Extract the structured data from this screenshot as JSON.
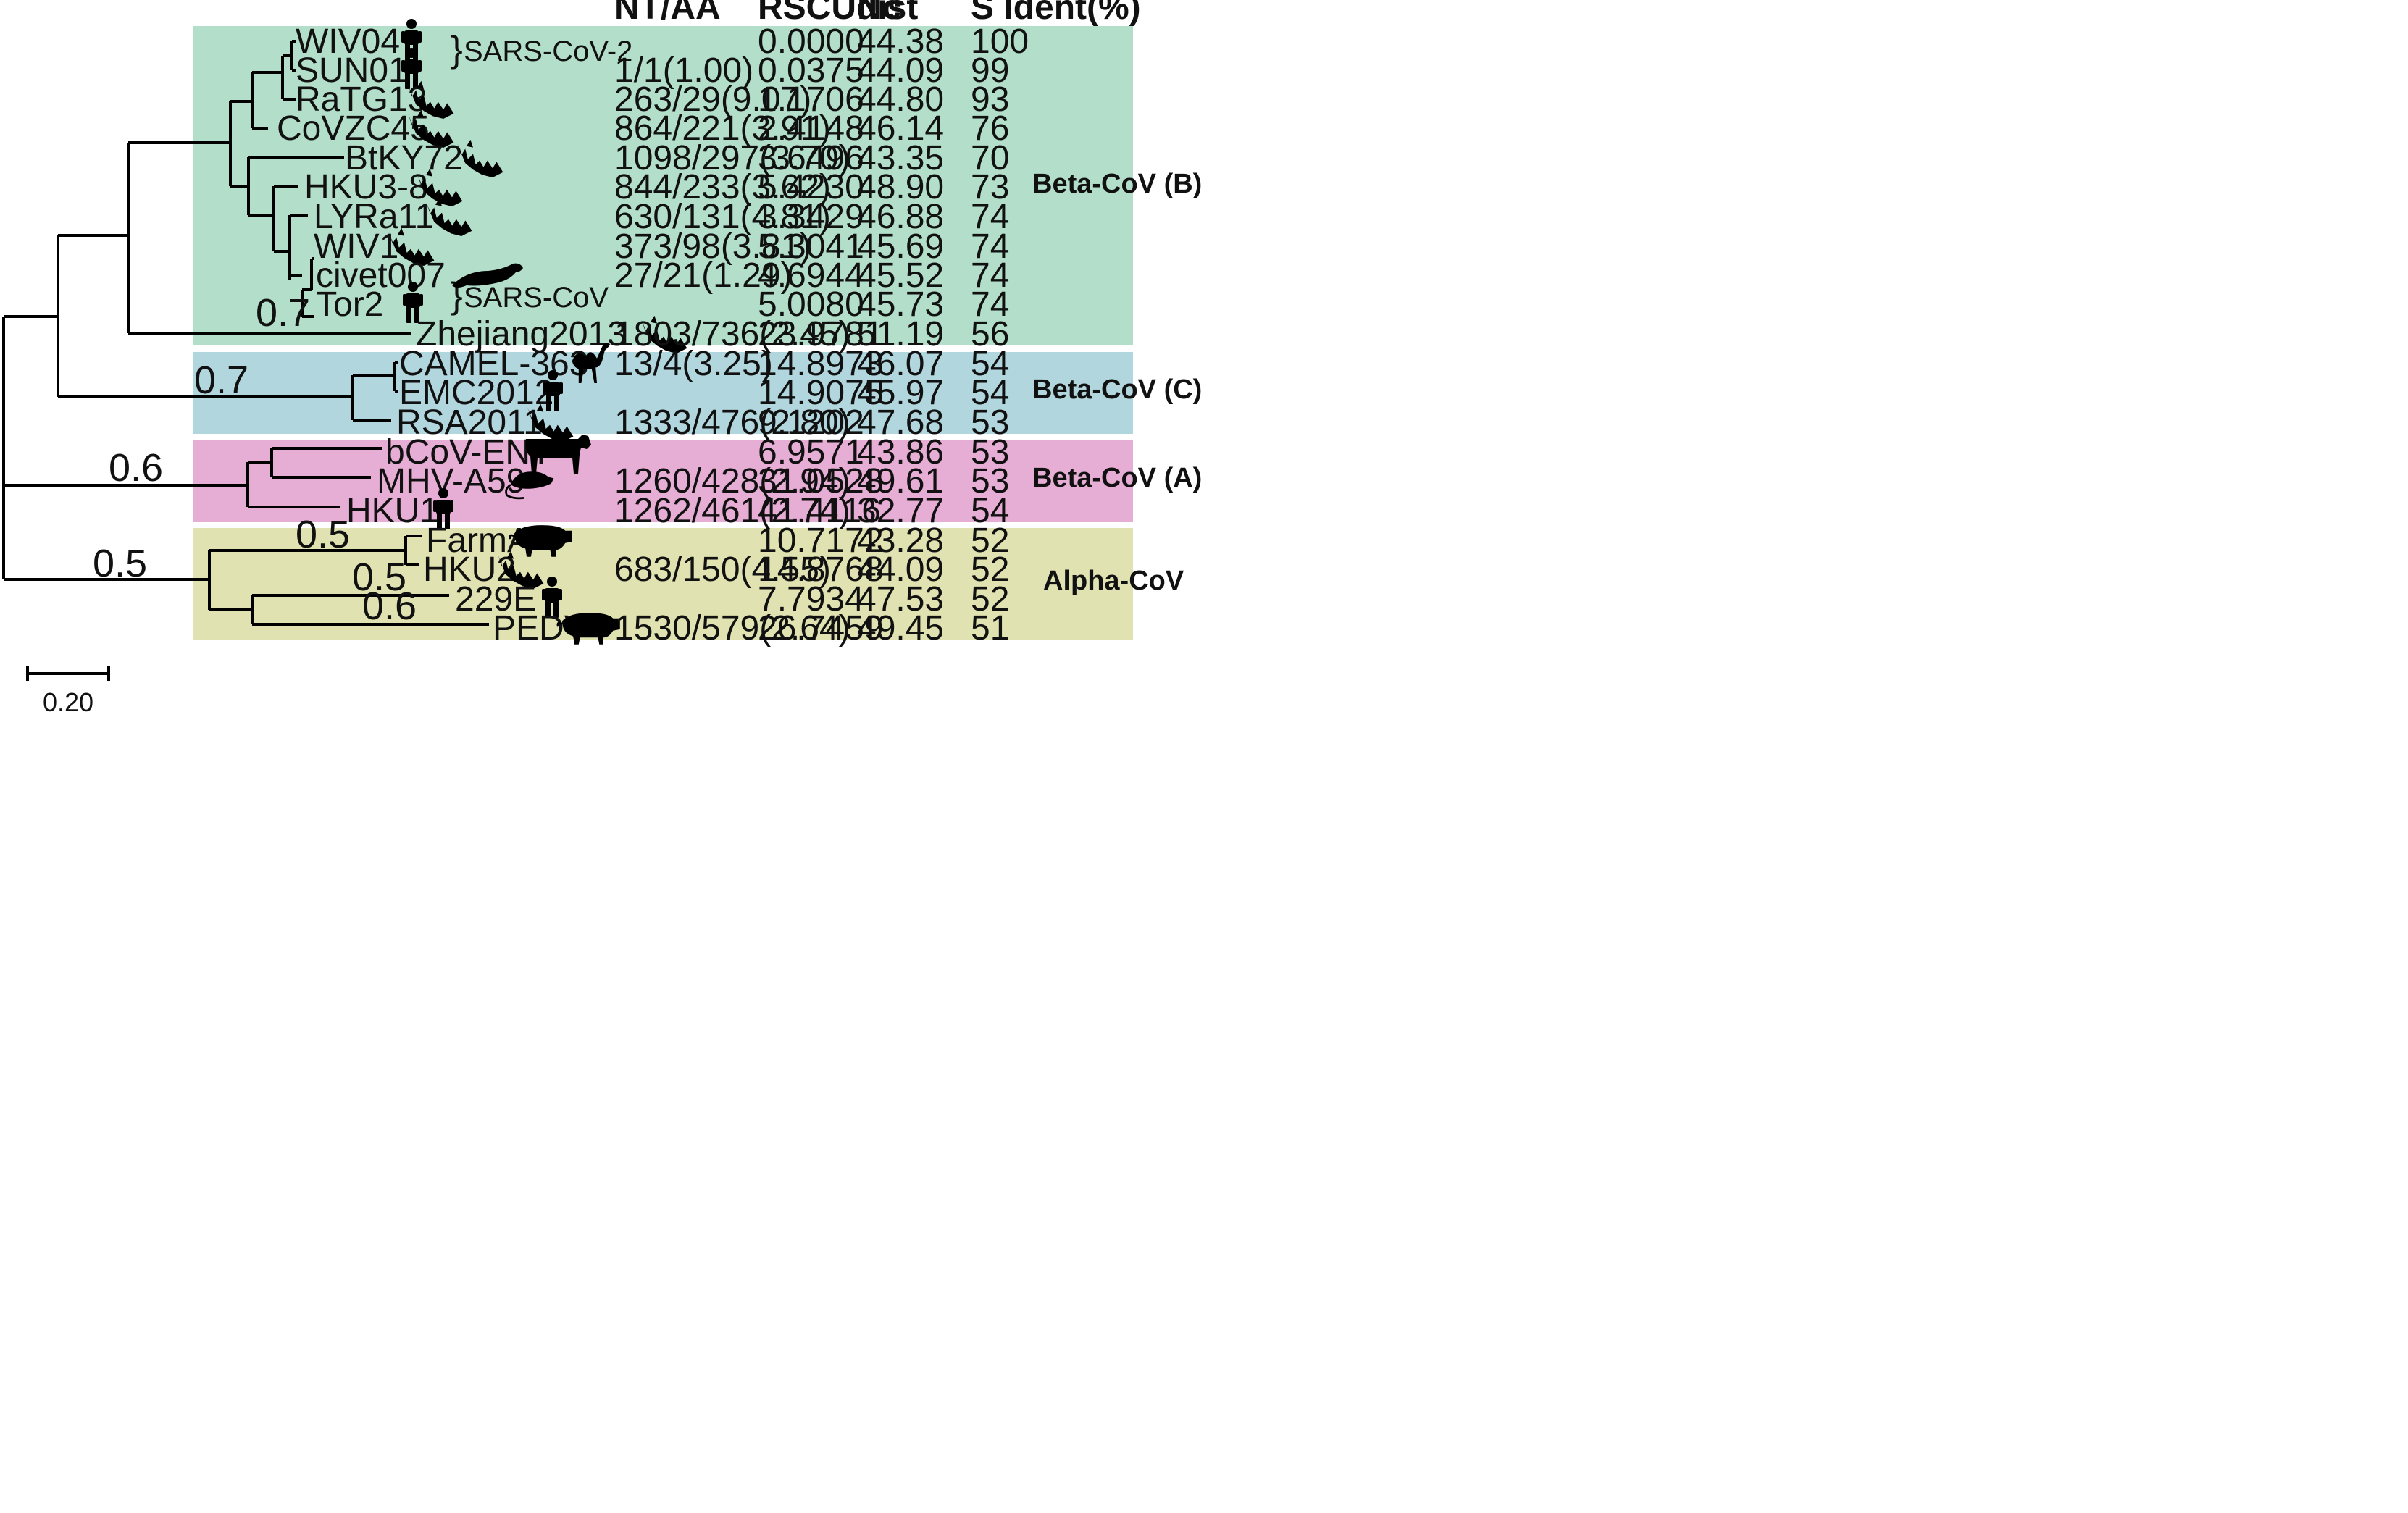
{
  "headers": {
    "nt_aa": "NT/AA",
    "rscudist": "RSCUdist",
    "nc": "Nc",
    "s_ident": "S Ident(%)"
  },
  "groups": [
    {
      "label": "Beta-CoV (B)",
      "color": "#b3dfca"
    },
    {
      "label": "Beta-CoV (C)",
      "color": "#b2d6dd"
    },
    {
      "label": "Beta-CoV (A)",
      "color": "#e6add5"
    },
    {
      "label": "Alpha-CoV",
      "color": "#e0e3b1"
    }
  ],
  "virus_labels": {
    "sars_cov_2": "SARS-CoV-2",
    "sars_cov": "SARS-CoV"
  },
  "rows": [
    {
      "name": "WIV04",
      "host": "human-icon",
      "nt_aa": "",
      "rscudist": "0.0000",
      "nc": "44.38",
      "s_ident": "100"
    },
    {
      "name": "SUN01",
      "host": "human-icon",
      "nt_aa": "1/1(1.00)",
      "rscudist": "0.0375",
      "nc": "44.09",
      "s_ident": "99"
    },
    {
      "name": "RaTG13",
      "host": "bat-icon",
      "nt_aa": "263/29(9.07)",
      "rscudist": "1.1706",
      "nc": "44.80",
      "s_ident": "93"
    },
    {
      "name": "CoVZC45",
      "host": "bat-icon",
      "nt_aa": "864/221(3.91)",
      "rscudist": "2.4148",
      "nc": "46.14",
      "s_ident": "76"
    },
    {
      "name": "BtKY72",
      "host": "bat-icon",
      "nt_aa": "1098/297(3.70)",
      "rscudist": "3.6496",
      "nc": "43.35",
      "s_ident": "70"
    },
    {
      "name": "HKU3-8",
      "host": "bat-icon",
      "nt_aa": "844/233(3.62)",
      "rscudist": "5.4230",
      "nc": "48.90",
      "s_ident": "73"
    },
    {
      "name": "LYRa11",
      "host": "bat-icon",
      "nt_aa": "630/131(4.81)",
      "rscudist": "3.3429",
      "nc": "46.88",
      "s_ident": "74"
    },
    {
      "name": "WIV1",
      "host": "bat-icon",
      "nt_aa": "373/98(3.81)",
      "rscudist": "5.3041",
      "nc": "45.69",
      "s_ident": "74"
    },
    {
      "name": "civet007",
      "host": "civet-icon",
      "nt_aa": "27/21(1.29)",
      "rscudist": "4.6944",
      "nc": "45.52",
      "s_ident": "74"
    },
    {
      "name": "Tor2",
      "host": "human-icon",
      "nt_aa": "",
      "rscudist": "5.0080",
      "nc": "45.73",
      "s_ident": "74"
    },
    {
      "name": "Zhejiang2013",
      "host": "bat-icon",
      "nt_aa": "1803/736(2.45)",
      "rscudist": "23.9781",
      "nc": "51.19",
      "s_ident": "56"
    },
    {
      "name": "CAMEL-363",
      "host": "camel-icon",
      "nt_aa": "13/4(3.25)",
      "rscudist": "14.8973",
      "nc": "46.07",
      "s_ident": "54"
    },
    {
      "name": "EMC2012",
      "host": "human-icon",
      "nt_aa": "",
      "rscudist": "14.9075",
      "nc": "45.97",
      "s_ident": "54"
    },
    {
      "name": "RSA2011",
      "host": "bat-icon",
      "nt_aa": "1333/476(2.80)",
      "rscudist": "9.1202",
      "nc": "47.68",
      "s_ident": "53"
    },
    {
      "name": "bCoV-ENT",
      "host": "cow-icon",
      "nt_aa": "",
      "rscudist": "6.9571",
      "nc": "43.86",
      "s_ident": "53"
    },
    {
      "name": "MHV-A59",
      "host": "mouse-icon",
      "nt_aa": "1260/428(2.94)",
      "rscudist": "31.0528",
      "nc": "49.61",
      "s_ident": "53"
    },
    {
      "name": "HKU1",
      "host": "human-icon",
      "nt_aa": "1262/461(2.74)",
      "rscudist": "41.4116",
      "nc": "32.77",
      "s_ident": "54"
    },
    {
      "name": "FarmA",
      "host": "pig-icon",
      "nt_aa": "",
      "rscudist": "10.7172",
      "nc": "43.28",
      "s_ident": "52"
    },
    {
      "name": "HKU2",
      "host": "bat-icon",
      "nt_aa": "683/150(4.55)",
      "rscudist": "14.8768",
      "nc": "44.09",
      "s_ident": "52"
    },
    {
      "name": "229E",
      "host": "human-icon",
      "nt_aa": "",
      "rscudist": "7.7934",
      "nc": "47.53",
      "s_ident": "52"
    },
    {
      "name": "PEDV",
      "host": "pig-icon",
      "nt_aa": "1530/579(2.64)",
      "rscudist": "26.7459",
      "nc": "49.45",
      "s_ident": "51"
    }
  ],
  "bootstraps": [
    "0.7",
    "0.7",
    "0.6",
    "0.5",
    "0.5",
    "0.5",
    "0.6"
  ],
  "scale_label": "0.20"
}
